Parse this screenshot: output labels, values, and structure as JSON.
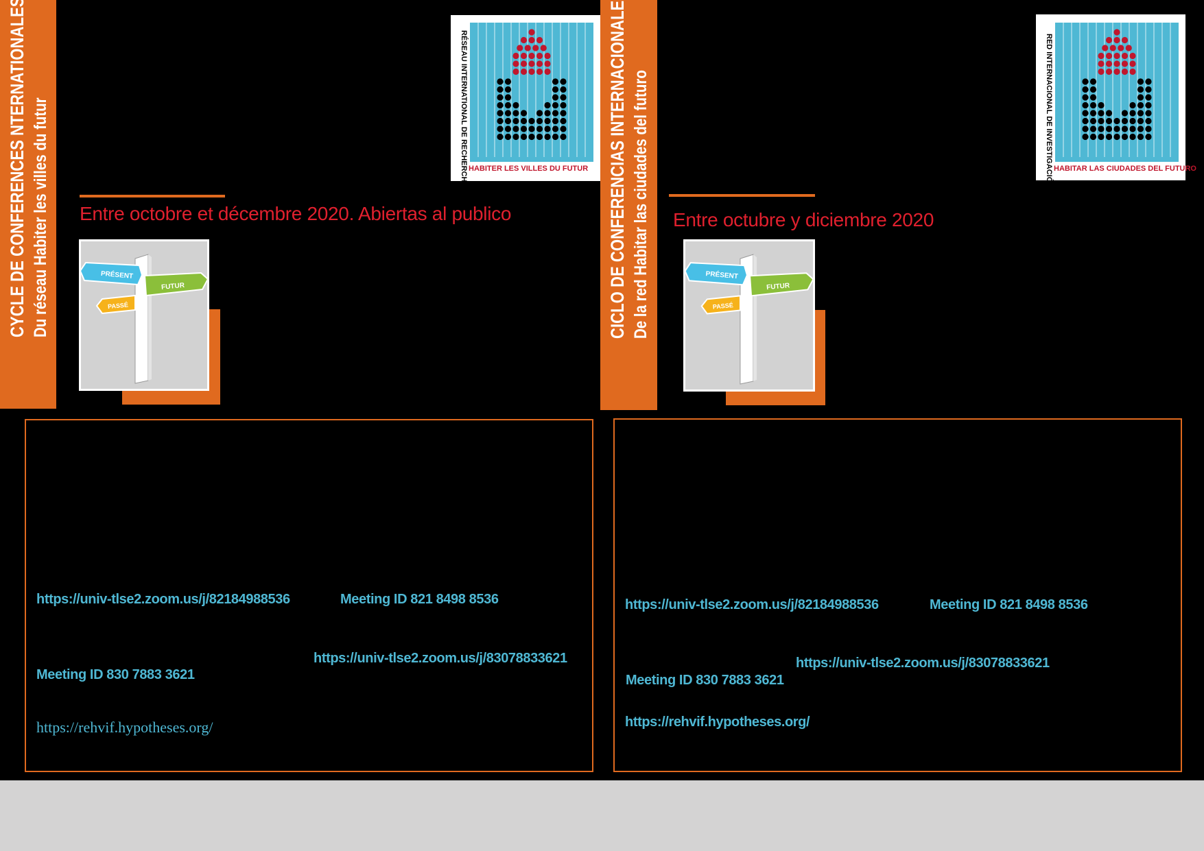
{
  "colors": {
    "accent": "#e06a1f",
    "date_red": "#e0202e",
    "link_blue": "#4fb8d4",
    "logo_red": "#c0172d"
  },
  "french": {
    "band_line1": "CYCLE DE CONFERENCES NTERNATIONALES",
    "band_line2": "Du réseau Habiter les villes du futur",
    "logo_vertical": "RÉSEAU INTERNATIONAL DE RECHERCHE",
    "logo_bottom": "HABITER LES VILLES DU FUTUR",
    "date": "Entre octobre et décembre 2020. Abiertas al publico",
    "sign": {
      "present": "PRÉSENT",
      "futur": "FUTUR",
      "passe": "PASSÉ"
    },
    "link1": "https://univ-tlse2.zoom.us/j/82184988536",
    "meeting1": "Meeting ID 821 8498 8536",
    "link2": "https://univ-tlse2.zoom.us/j/83078833621",
    "meeting2": "Meeting ID 830 7883 3621",
    "website": "https://rehvif.hypotheses.org/"
  },
  "spanish": {
    "band_line1": "CICLO DE CONFERENCIAS INTERNACIONALES",
    "band_line2": "De la red Habitar las ciudades del futuro",
    "logo_vertical": "RED INTERNACIONAL DE INVESTIGACIÓN",
    "logo_bottom": "HABITAR LAS CIUDADES DEL FUTURO",
    "date": "Entre octubre y diciembre 2020",
    "sign": {
      "present": "PRÉSENT",
      "futur": "FUTUR",
      "passe": "PASSÉ"
    },
    "link1": "https://univ-tlse2.zoom.us/j/82184988536",
    "meeting1": "Meeting ID 821 8498 8536",
    "link2": "https://univ-tlse2.zoom.us/j/83078833621",
    "meeting2": "Meeting ID 830 7883 3621",
    "website": "https://rehvif.hypotheses.org/"
  }
}
